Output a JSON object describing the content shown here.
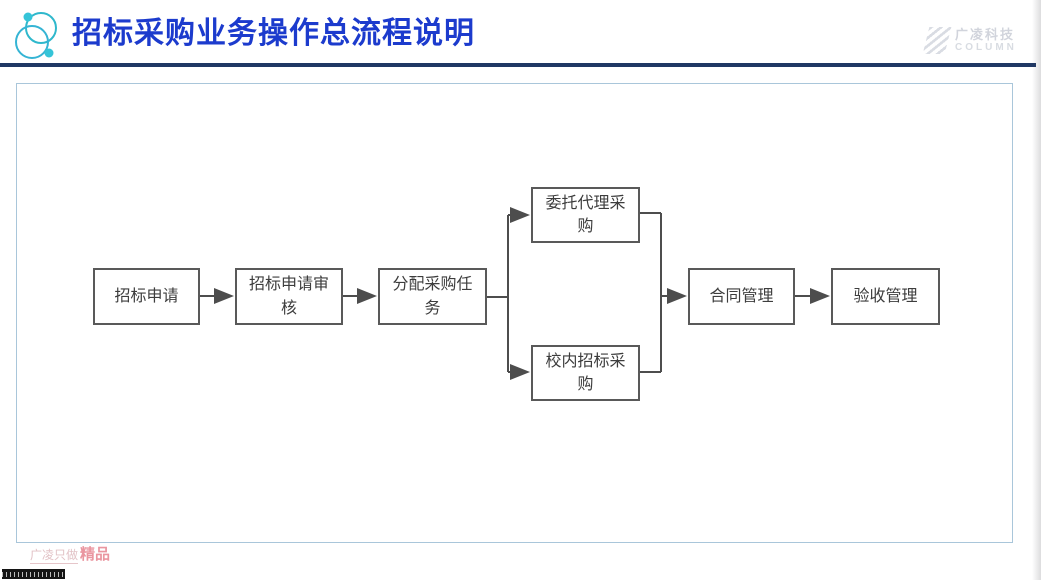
{
  "slide": {
    "title": "招标采购业务操作总流程说明"
  },
  "brand": {
    "name": "广凌科技",
    "subname": "COLUMN"
  },
  "flowchart": {
    "nodes": [
      {
        "id": "bid-application",
        "label": "招标申请"
      },
      {
        "id": "bid-application-review",
        "label": "招标申请审\n核"
      },
      {
        "id": "assign-procurement-task",
        "label": "分配采购任\n务"
      },
      {
        "id": "entrusted-agency-procurement",
        "label": "委托代理采\n购"
      },
      {
        "id": "campus-bidding-procurement",
        "label": "校内招标采\n购"
      },
      {
        "id": "contract-management",
        "label": "合同管理"
      },
      {
        "id": "acceptance-management",
        "label": "验收管理"
      }
    ],
    "edges": [
      {
        "from": "招标申请",
        "to": "招标申请审核"
      },
      {
        "from": "招标申请审核",
        "to": "分配采购任务"
      },
      {
        "from": "分配采购任务",
        "to": "委托代理采购"
      },
      {
        "from": "分配采购任务",
        "to": "校内招标采购"
      },
      {
        "from": "委托代理采购",
        "to": "合同管理"
      },
      {
        "from": "校内招标采购",
        "to": "合同管理"
      },
      {
        "from": "合同管理",
        "to": "验收管理"
      }
    ]
  },
  "footer": {
    "watermark_prefix": "广凌只做",
    "watermark_accent": "精品"
  },
  "colors": {
    "title_blue": "#1c3bcd",
    "header_rule_navy": "#203864",
    "panel_border": "#a9c6da",
    "box_border": "#595959",
    "box_text": "#3d3d3d",
    "connector": "#4d4d4d",
    "logo_teal": "#2fb8cc",
    "logo_dot_teal": "#35c4d8",
    "watermark_pink": "#ea96a0",
    "brand_gray": "#c9cdd6"
  }
}
